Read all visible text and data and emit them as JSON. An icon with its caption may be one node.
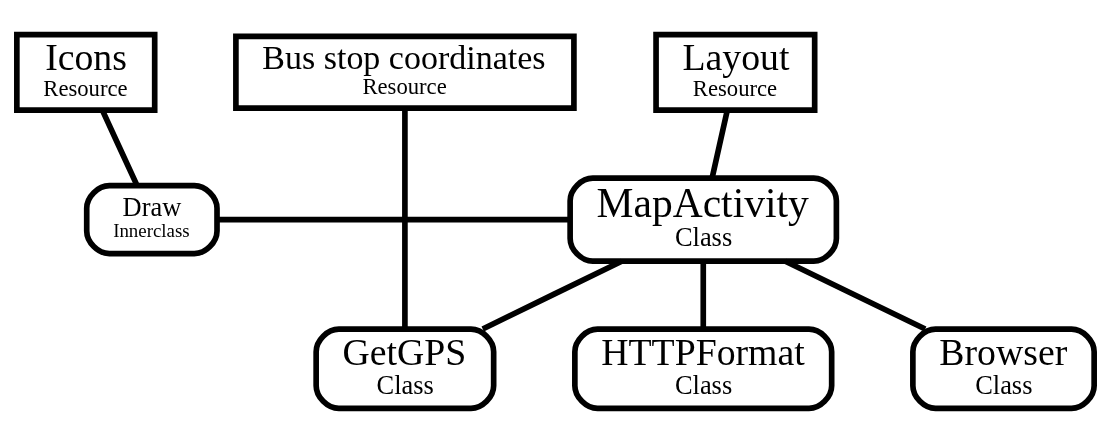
{
  "diagram": {
    "nodes": [
      {
        "text": [
          "Icons",
          "Resource"
        ]
      },
      {
        "text": [
          "Layout",
          "Resource"
        ]
      },
      {
        "text": [
          "Draw",
          "Innerclass"
        ]
      },
      {
        "text": [
          "MapActivity",
          "Class"
        ]
      },
      {
        "text": [
          "Bus stop coordinates",
          "Resource"
        ]
      },
      {
        "text": [
          "Browser",
          "Class"
        ]
      },
      {
        "text": [
          "HTTPFormat",
          "Class"
        ]
      },
      {
        "text": [
          "GetGPS",
          "Class"
        ]
      }
    ],
    "edges": [
      {
        "from": 0,
        "to": 2,
        "arrow": "none"
      },
      {
        "from": 1,
        "to": 3,
        "arrow": "none"
      },
      {
        "from": 2,
        "to": 3,
        "arrow": "none"
      },
      {
        "from": 3,
        "to": 5,
        "arrow": "none"
      },
      {
        "from": 3,
        "to": 6,
        "arrow": "none"
      },
      {
        "from": 3,
        "to": 7,
        "arrow": "none"
      },
      {
        "from": 4,
        "to": 7,
        "arrow": "none"
      }
    ]
  }
}
